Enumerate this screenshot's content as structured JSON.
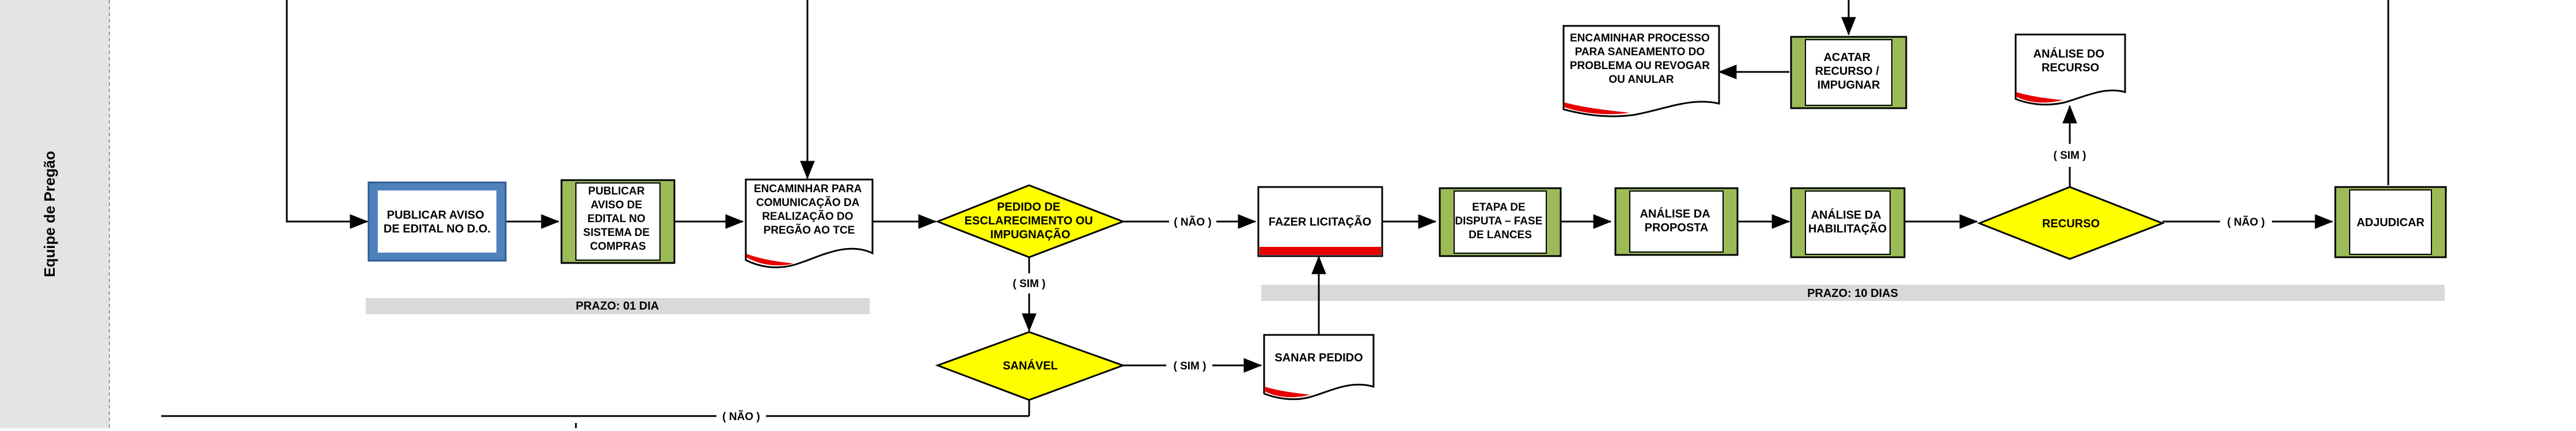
{
  "lane": {
    "label": "Equipe de Pregão"
  },
  "nodes": {
    "publicar_aviso_do": [
      "PUBLICAR AVISO",
      "DE EDITAL NO D.O."
    ],
    "publicar_aviso_sistema": [
      "PUBLICAR",
      "AVISO DE",
      "EDITAL NO",
      "SISTEMA DE",
      "COMPRAS"
    ],
    "encaminhar_tce": [
      "ENCAMINHAR PARA",
      "COMUNICAÇÃO DA",
      "REALIZAÇÃO DO",
      "PREGÃO AO TCE"
    ],
    "pedido_esclarecimento": [
      "PEDIDO DE",
      "ESCLARECIMENTO OU",
      "IMPUGNAÇÃO"
    ],
    "sanavel": [
      "SANÁVEL"
    ],
    "sanar_pedido": [
      "SANAR PEDIDO"
    ],
    "fazer_licitacao": [
      "FAZER LICITAÇÃO"
    ],
    "etapa_disputa": [
      "ETAPA DE",
      "DISPUTA – FASE",
      "DE LANCES"
    ],
    "analise_proposta": [
      "ANÁLISE DA",
      "PROPOSTA"
    ],
    "analise_habilitacao": [
      "ANÁLISE DA",
      "HABILITAÇÃO"
    ],
    "recurso": [
      "RECURSO"
    ],
    "analise_recurso": [
      "ANÁLISE DO",
      "RECURSO"
    ],
    "acatar_recurso": [
      "ACATAR",
      "RECURSO /",
      "IMPUGNAR"
    ],
    "encaminhar_saneamento": [
      "ENCAMINHAR PROCESSO",
      "PARA SANEAMENTO DO",
      "PROBLEMA OU REVOGAR",
      "OU ANULAR"
    ],
    "adjudicar": [
      "ADJUDICAR"
    ]
  },
  "edge_labels": {
    "nao_pedido": "( NÃO )",
    "sim_pedido": "( SIM )",
    "sim_sanavel": "( SIM )",
    "nao_sanavel": "( NÃO )",
    "nao_recurso": "( NÃO )",
    "sim_recurso": "( SIM )"
  },
  "prazos": {
    "prazo_1": "PRAZO: 01 DIA",
    "prazo_2": "PRAZO: 10 DIAS"
  },
  "colors": {
    "decision_fill": "#ffff00",
    "subprocess_band": "#9bbb59",
    "highlight_border": "#4f81bd",
    "document_accent": "#e60000",
    "lane_fill": "#e4e4e4",
    "prazo_bar": "#d9d9d9"
  }
}
